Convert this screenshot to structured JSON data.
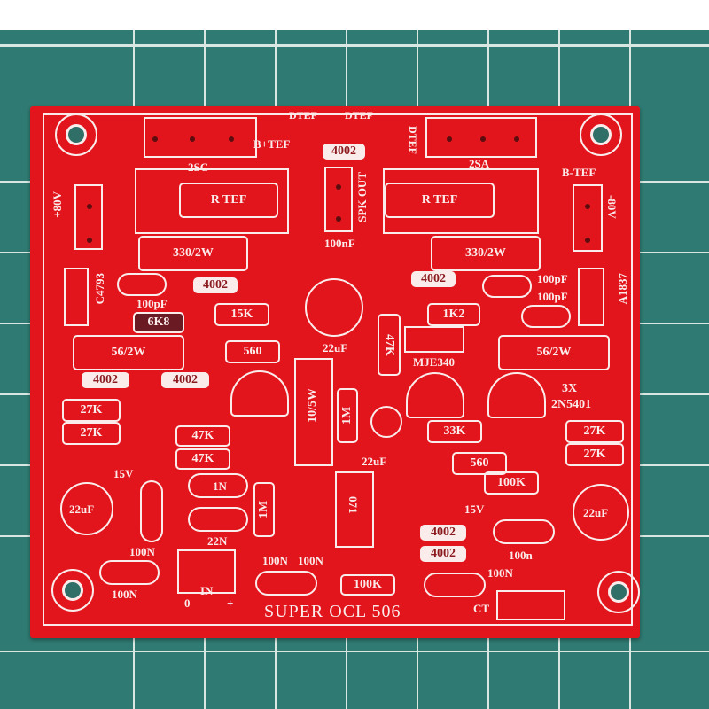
{
  "scene": {
    "description": "Photo of an unpopulated red audio amplifier PCB on a green cutting mat",
    "background_color": "#2f7a72",
    "board_color": "#e2151c",
    "silkscreen_color": "#fbecec"
  },
  "board": {
    "title": "SUPER OCL 506",
    "labels": {
      "transistor_left": "2SC",
      "transistor_right": "2SA",
      "diode1": "DTEF",
      "diode2": "DTEF",
      "diode3": "DTEF",
      "b_plus": "B+TEF",
      "b_minus": "B-TEF",
      "plus80": "+80V",
      "minus80": "-80V",
      "spk_out": "SPK OUT",
      "r_tef_left": "R TEF",
      "r_tef_right": "R TEF",
      "r330_left": "330/2W",
      "r330_right": "330/2W",
      "cap_100nF": "100nF",
      "c4793": "C4793",
      "a1837": "A1837",
      "r4002_top_left": "4002",
      "r4002_top_mid": "4002",
      "r4002_top_right": "4002",
      "cap_100pF_left": "100pF",
      "cap_100pF_right1": "100pF",
      "cap_100pF_right2": "100pF",
      "r6k8": "6K8",
      "r15k": "15K",
      "r1k2": "1K2",
      "cap22_center": "22uF",
      "r47k_vert": "47K",
      "mje340": "MJE340",
      "r56_left": "56/2W",
      "r56_right": "56/2W",
      "r560_left": "560",
      "r4002_mid_a": "4002",
      "r4002_mid_b": "4002",
      "qx3": "3X",
      "q2n5401": "2N5401",
      "r27k_1": "27K",
      "r27k_2": "27K",
      "r27k_3": "27K",
      "r27k_4": "27K",
      "r10_5w": "10/5W",
      "r1m_top": "1M",
      "cap22_small": "22uF",
      "r33k": "33K",
      "r47k_a": "47K",
      "r47k_b": "47K",
      "r560_right": "560",
      "r100k_right": "100K",
      "zener_left": "15V",
      "zener_right": "15V",
      "cap22_left": "22uF",
      "cap22_right": "22uF",
      "cap1n": "1N",
      "cap22n": "22N",
      "r1m_bottom": "1M",
      "ic": "071",
      "r4002_low_a": "4002",
      "r4002_low_b": "4002",
      "cap100n_lower": "100n",
      "cap100N_left_v": "100N",
      "cap100N_left_h": "100N",
      "cap100N_mid1": "100N",
      "cap100N_mid2": "100N",
      "cap100N_right": "100N",
      "r100k_bottom": "100K",
      "in": "IN",
      "in_zero": "0",
      "in_plus": "+",
      "ct": "CT",
      "plus": "+"
    }
  }
}
